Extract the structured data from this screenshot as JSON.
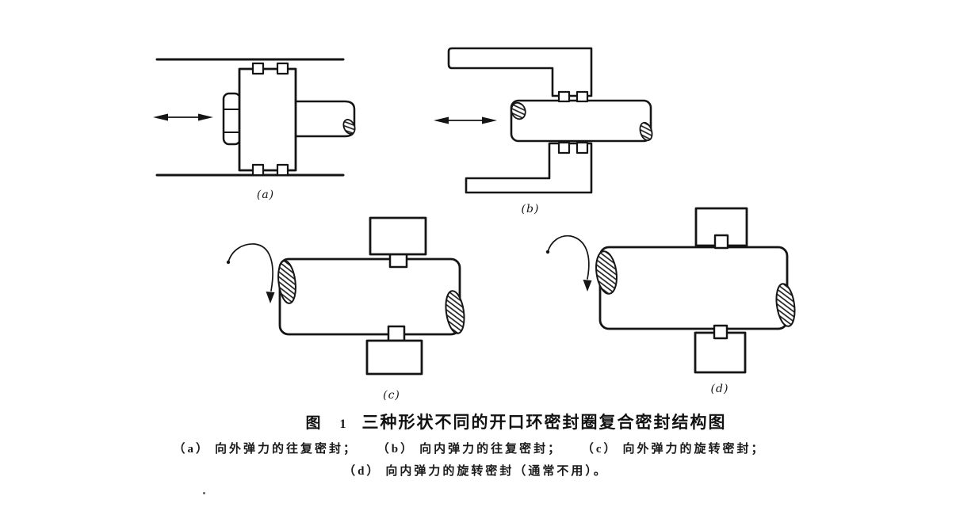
{
  "page": {
    "background_color": "#ffffff",
    "ink_color": "#151515"
  },
  "figure": {
    "subfigures": [
      {
        "key": "a",
        "label": "(a)"
      },
      {
        "key": "b",
        "label": "(b)"
      },
      {
        "key": "c",
        "label": "(c)"
      },
      {
        "key": "d",
        "label": "(d)"
      }
    ],
    "caption": {
      "figure_word": "图",
      "figure_number": "1",
      "title": "三种形状不同的开口环密封圈复合密封结构图",
      "line1": [
        {
          "label": "（a）",
          "text": "向外弹力的往复密封；"
        },
        {
          "label": "（b）",
          "text": "向内弹力的往复密封；"
        },
        {
          "label": "（c）",
          "text": "向外弹力的旋转密封；"
        }
      ],
      "line2": [
        {
          "label": "（d）",
          "text": "向内弹力的旋转密封（通常不用）。"
        }
      ]
    }
  }
}
